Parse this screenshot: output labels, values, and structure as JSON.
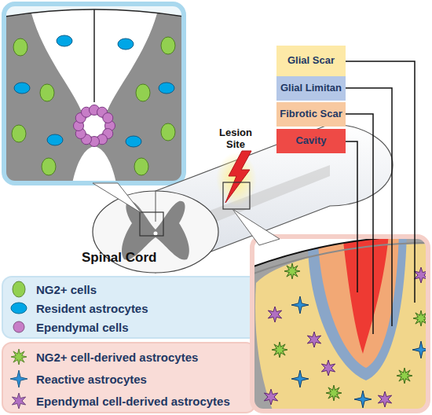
{
  "diagram": {
    "nodes": [
      {
        "text": [
          "Glial Scar"
        ]
      },
      {
        "text": [
          "Glial Limitan"
        ]
      },
      {
        "text": [
          "Fibrotic Scar"
        ]
      },
      {
        "text": [
          "Cavity"
        ]
      }
    ],
    "labels": [
      "Lesion Site",
      "Spinal Cord"
    ],
    "legend": [
      {
        "text": "NG2+ cells",
        "color": "#92d050"
      },
      {
        "text": "Resident astrocytes",
        "color": "#00a6e6"
      },
      {
        "text": "Ependymal cells",
        "color": "#c77dc7"
      },
      {
        "text": "NG2+ cell-derived astrocytes",
        "color": "#8fcf4a"
      },
      {
        "text": "Reactive astrocytes",
        "color": "#2b8fd6"
      },
      {
        "text": "Ependymal cell-derived astrocytes",
        "color": "#b06fc2"
      }
    ]
  }
}
